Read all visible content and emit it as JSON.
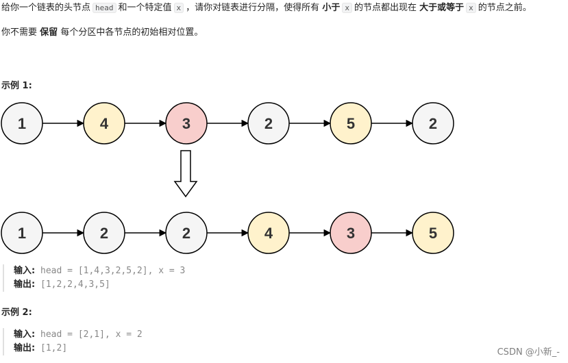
{
  "intro": {
    "p1_a": "给你一个链表的头节点",
    "p1_code1": "head",
    "p1_b": "和一个特定值",
    "p1_code2": "x",
    "p1_c": "，请你对链表进行分隔，使得所有",
    "p1_bold1": "小于",
    "p1_code3": "x",
    "p1_d": "的节点都出现在",
    "p1_bold2": "大于或等于",
    "p1_code4": "x",
    "p1_e": "的节点之前。",
    "p2_a": "你不需要",
    "p2_bold": "保留",
    "p2_b": "每个分区中各节点的初始相对位置。"
  },
  "example1": {
    "heading": "示例 1:",
    "input_label": "输入:",
    "input_value": "head = [1,4,3,2,5,2], x = 3",
    "output_label": "输出:",
    "output_value": "[1,2,2,4,3,5]"
  },
  "example2": {
    "heading": "示例 2:",
    "input_label": "输入:",
    "input_value": "head = [2,1], x = 2",
    "output_label": "输出:",
    "output_value": "[1,2]"
  },
  "diagram": {
    "before": [
      {
        "label": "1",
        "fill": "#f5f5f5"
      },
      {
        "label": "4",
        "fill": "#fff2cc"
      },
      {
        "label": "3",
        "fill": "#f8cecc"
      },
      {
        "label": "2",
        "fill": "#f5f5f5"
      },
      {
        "label": "5",
        "fill": "#fff2cc"
      },
      {
        "label": "2",
        "fill": "#f5f5f5"
      }
    ],
    "after": [
      {
        "label": "1",
        "fill": "#f5f5f5"
      },
      {
        "label": "2",
        "fill": "#f5f5f5"
      },
      {
        "label": "2",
        "fill": "#f5f5f5"
      },
      {
        "label": "4",
        "fill": "#fff2cc"
      },
      {
        "label": "3",
        "fill": "#f8cecc"
      },
      {
        "label": "5",
        "fill": "#fff2cc"
      }
    ]
  },
  "watermark": "CSDN @小新_-"
}
